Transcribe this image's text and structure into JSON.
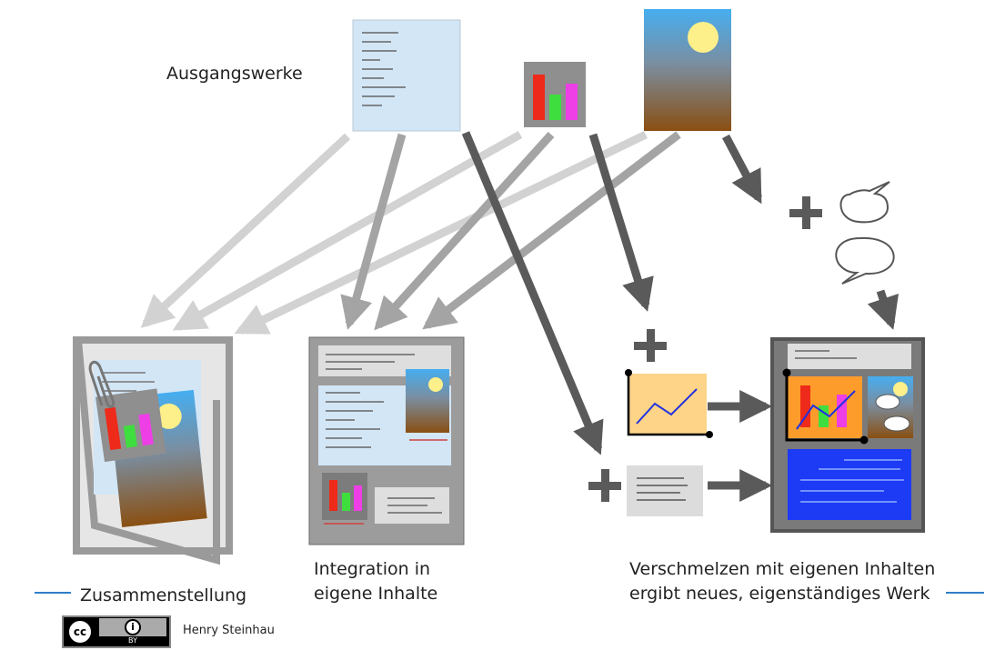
{
  "labels": {
    "source_works": "Ausgangswerke",
    "compilation": "Zusammenstellung",
    "integration": "Integration in\neigene Inhalte",
    "merging": "Verschmelzen mit eigenen Inhalten\nergibt neues, eigenständiges Werk"
  },
  "license": {
    "cc_label": "cc",
    "by_symbol": "i",
    "by_label": "BY",
    "author": "Henry Steinhau"
  },
  "icons": [
    "text-document-icon",
    "bar-chart-icon",
    "landscape-picture-icon",
    "plus-icon",
    "speech-bubble-icon",
    "paperclip-icon",
    "line-chart-icon"
  ],
  "colors": {
    "document_blue": "#d2e6f6",
    "chart_bar_red": "#ee2a1a",
    "chart_bar_green": "#3fde3f",
    "chart_bar_magenta": "#ee3ee6",
    "sky_blue": "#46aef0",
    "ground_brown": "#8a4f12",
    "sun_yellow": "#fdf08a",
    "chart_panel_orange": "#fdd488",
    "result_blue_panel": "#1d3af5",
    "arrow_light": "#d0d0d0",
    "arrow_mid": "#a4a4a4",
    "arrow_dark": "#5a5a5a",
    "accent_line": "#2f7fc8"
  }
}
